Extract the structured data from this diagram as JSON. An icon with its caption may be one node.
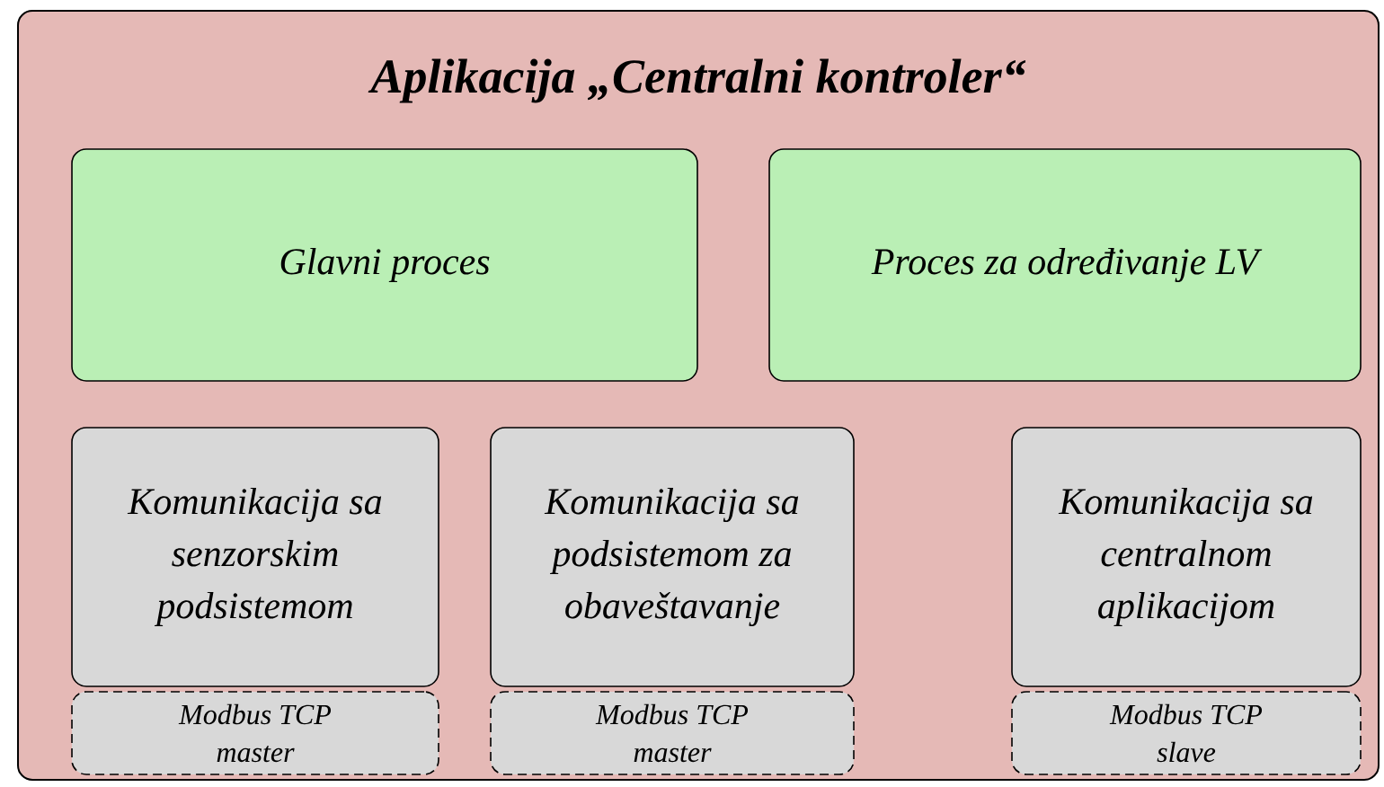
{
  "diagram": {
    "nodes": [
      {
        "text": [
          "Aplikacija „Centralni kontroler“"
        ]
      },
      {
        "text": [
          "Glavni proces"
        ],
        "in": 0
      },
      {
        "text": [
          "Proces za određivanje LV"
        ],
        "in": 0
      },
      {
        "text": [
          "Komunikacija sa senzorskim podsistemom"
        ],
        "in": 0
      },
      {
        "text": [
          "Komunikacija sa podsistemom za obaveštavanje"
        ],
        "in": 0
      },
      {
        "text": [
          "Komunikacija sa centralnom aplikacijom"
        ],
        "in": 0
      },
      {
        "text": [
          "Modbus TCP master"
        ],
        "in": 0
      },
      {
        "text": [
          "Modbus TCP master"
        ],
        "in": 0
      },
      {
        "text": [
          "Modbus TCP slave"
        ],
        "in": 0
      }
    ]
  }
}
